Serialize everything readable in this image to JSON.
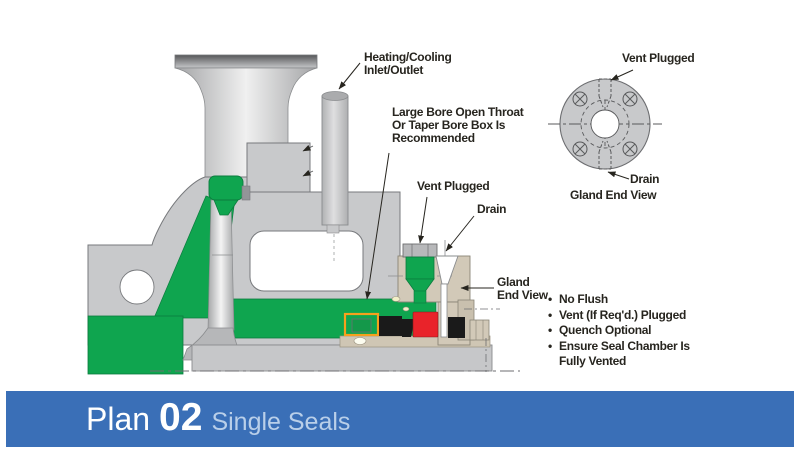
{
  "colors": {
    "fluid_green": "#0fa54f",
    "casing_gray": "#c8c9cb",
    "gland_tan": "#d2c9b8",
    "seal_red": "#e9232a",
    "spring_orange": "#f7a01d",
    "banner_blue": "#3a6fb7",
    "banner_subtitle_blue": "#b9cfe9",
    "line_dark": "#27251f"
  },
  "labels": {
    "heating_cooling": [
      "Heating/Cooling",
      "Inlet/Outlet"
    ],
    "large_bore": [
      "Large Bore Open Throat",
      "Or Taper Bore Box Is",
      "Recommended"
    ],
    "vent_plugged": "Vent Plugged",
    "drain": "Drain",
    "gland_pointer": [
      "Gland",
      "End View"
    ]
  },
  "gland_end_view": {
    "vent_plugged": "Vent Plugged",
    "drain": "Drain",
    "caption": "Gland End View"
  },
  "notes": [
    "No Flush",
    "Vent (If Req'd.) Plugged",
    "Quench Optional",
    "Ensure Seal Chamber Is Fully Vented"
  ],
  "banner": {
    "plan_word": "Plan",
    "plan_number": "02",
    "subtitle": "Single Seals"
  }
}
